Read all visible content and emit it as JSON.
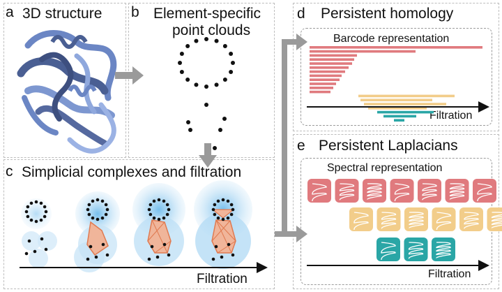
{
  "panels": {
    "a": {
      "letter": "a",
      "title": "3D structure"
    },
    "b": {
      "letter": "b",
      "title_line1": "Element-specific",
      "title_line2": "point clouds"
    },
    "c": {
      "letter": "c",
      "title": "Simplicial complexes and filtration",
      "axis": "Filtration"
    },
    "d": {
      "letter": "d",
      "title": "Persistent homology",
      "subtitle": "Barcode representation",
      "axis": "Filtration"
    },
    "e": {
      "letter": "e",
      "title": "Persistent Laplacians",
      "subtitle": "Spectral representation",
      "axis": "Filtration"
    }
  },
  "colors": {
    "red": "#e07a7e",
    "yellow": "#f2cd8a",
    "teal": "#2aa6a6",
    "protein": "#6b86c4",
    "arrow": "#9a9a9a",
    "disk": "#bfe0f5"
  }
}
